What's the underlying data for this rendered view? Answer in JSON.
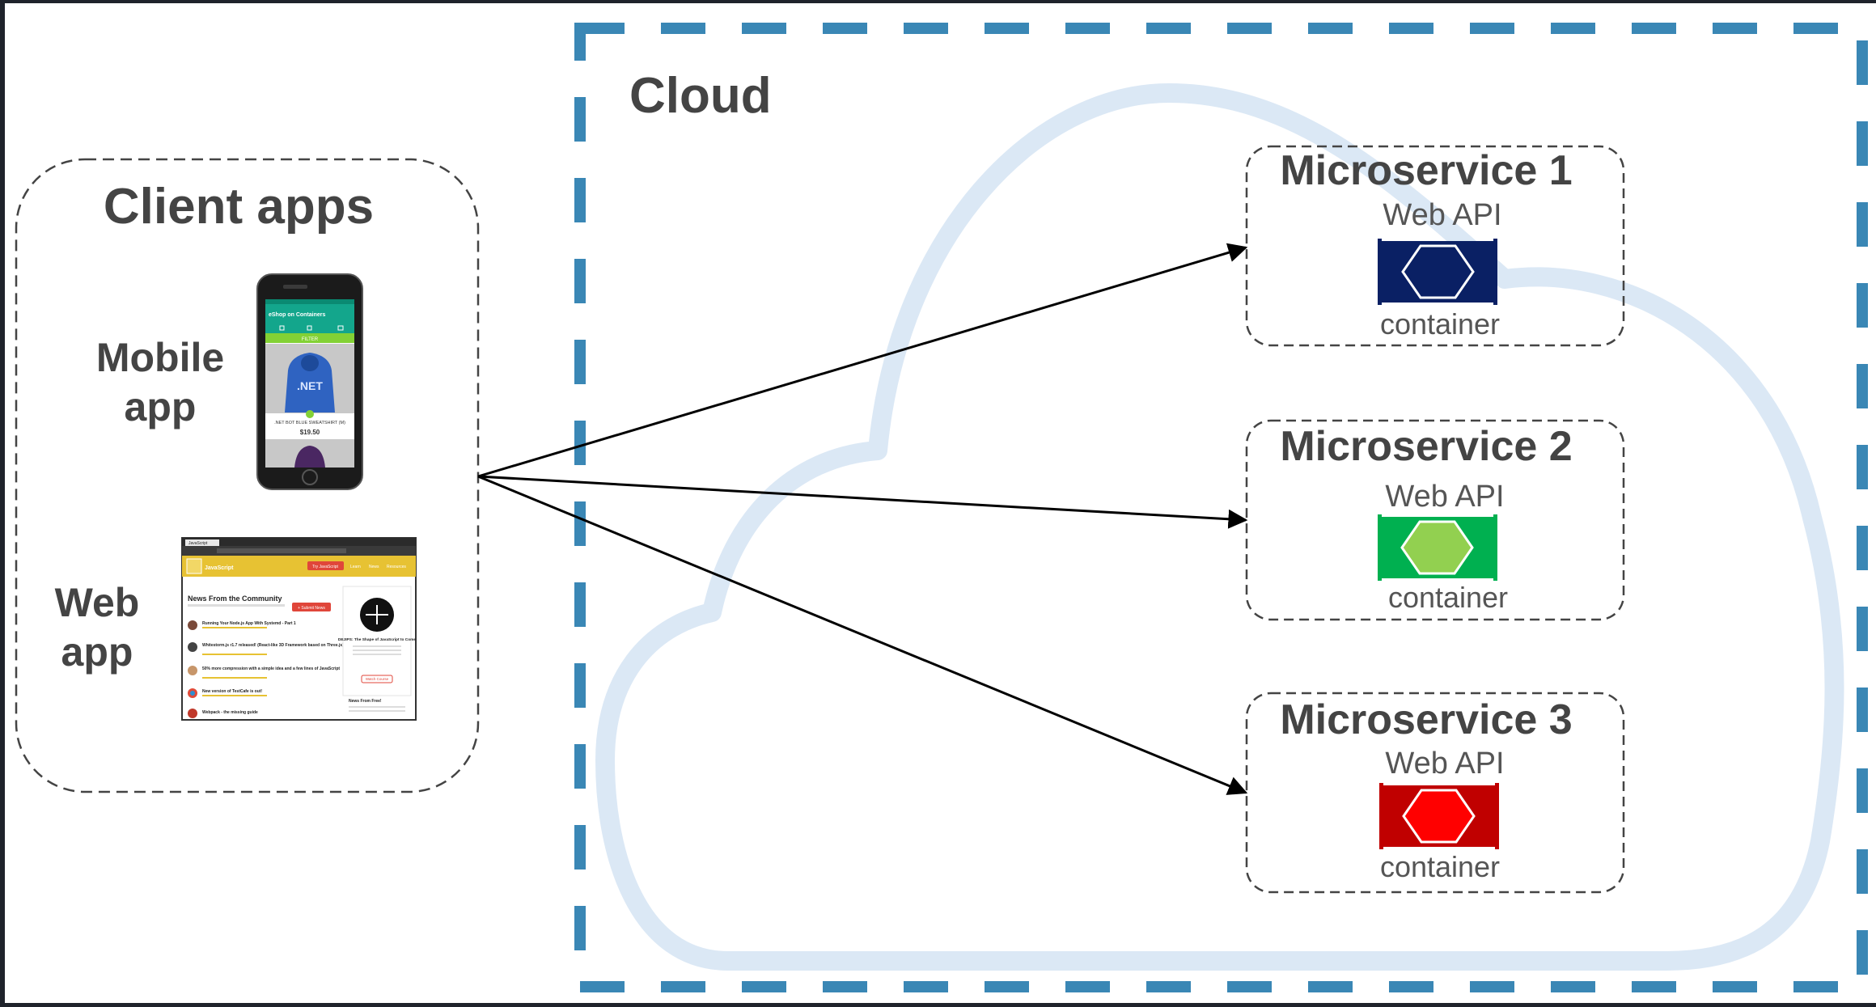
{
  "cloud": {
    "title": "Cloud"
  },
  "clients": {
    "title": "Client apps",
    "mobile": {
      "label_line1": "Mobile",
      "label_line2": "app",
      "screen": {
        "header": "eShop on Containers",
        "filter": "FILTER",
        "product_badge": ".NET",
        "product_name": ".NET BOT BLUE SWEATSHIRT (M)",
        "product_price": "$19.50"
      }
    },
    "web": {
      "label_line1": "Web",
      "label_line2": "app",
      "screen": {
        "tab_title": "JavaScript",
        "site_name": "JavaScript",
        "header_button": "Try JavaScript",
        "nav_items": [
          "Learn",
          "News",
          "Resources"
        ],
        "news_title": "News From the Community",
        "submit_button": "+ Submit News",
        "news_items": [
          "Running Your Node.js App With Systemd - Part 1",
          "Whitestorm.js r1.7 released! (React-like 3D Framework based on Three.js)",
          "50% more compression with a simple idea and a few lines of JavaScript",
          "New version of TestCafe is out!",
          "Webpack - the missing guide"
        ],
        "side_title": "DEJIPS: The Shape of JavaScript to Come",
        "side_button": "Watch Course",
        "side_section": "News From Free!"
      }
    }
  },
  "microservices": [
    {
      "title": "Microservice 1",
      "api_label": "Web API",
      "container_label": "container",
      "color": "#0a2064",
      "hex_fill": "#0a2064",
      "hex_stroke": "#ffffff"
    },
    {
      "title": "Microservice 2",
      "api_label": "Web API",
      "container_label": "container",
      "color": "#00b050",
      "hex_fill": "#92d050",
      "hex_stroke": "#ffffff"
    },
    {
      "title": "Microservice 3",
      "api_label": "Web API",
      "container_label": "container",
      "color": "#c00000",
      "hex_fill": "#ff0000",
      "hex_stroke": "#ffffff"
    }
  ],
  "colors": {
    "page_bg": "#ffffff",
    "cloud_dash": "#3a87b5",
    "cloud_shape": "#dbe8f5",
    "dashed_box": "#444444",
    "arrow": "#000000"
  }
}
